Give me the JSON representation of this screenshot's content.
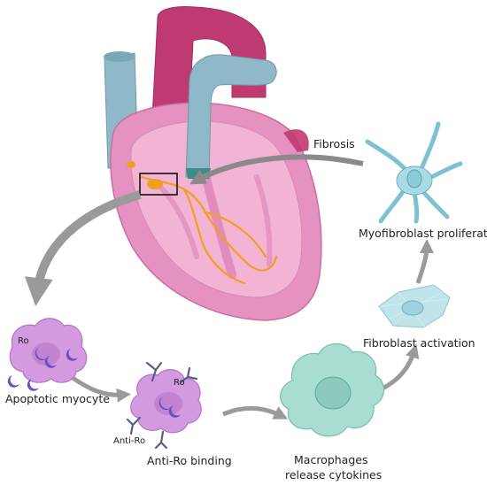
{
  "labels": {
    "fibrosis": "Fibrosis",
    "myofibroblast": "Myofibroblast proliferation",
    "fibroblast_activation": "Fibroblast activation",
    "apoptotic_myocyte": "Apoptotic myocyte",
    "anti_ro_binding": "Anti-Ro binding",
    "macrophages_line1": "Macrophages",
    "macrophages_line2": "release cytokines",
    "ro_1": "Ro",
    "ro_2": "Ro",
    "anti_ro": "Anti-Ro"
  },
  "colors": {
    "aorta": "#c03a72",
    "vessel_blue": "#8fb8c8",
    "heart_outer": "#e592c0",
    "heart_inner": "#f2b3d4",
    "conduction": "#f0a020",
    "arrow_gray": "#9a9a9a",
    "myocyte": "#d49ae0",
    "crescent": "#6a4fc0",
    "macrophage": "#a9ddd2",
    "fibroblast": "#a9dbe4"
  },
  "icons": [
    "heart",
    "conduction-system",
    "apoptotic-myocyte-cell",
    "antibody-y-shape",
    "macrophage-cell",
    "fibroblast-cell",
    "myofibroblast-cell"
  ]
}
